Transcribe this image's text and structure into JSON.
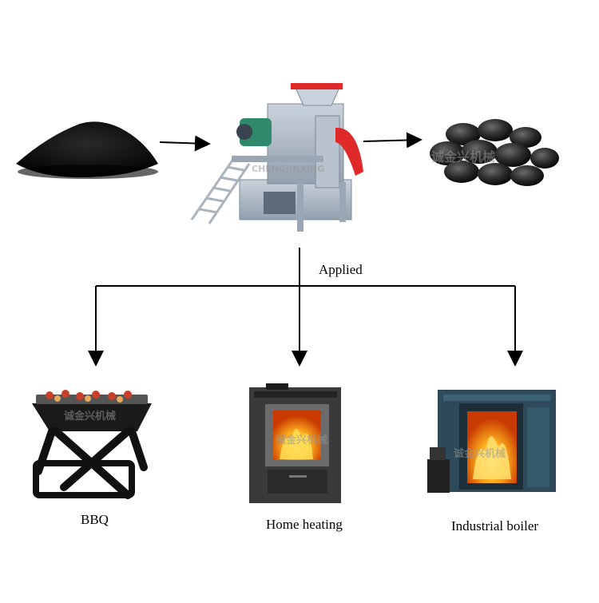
{
  "flow": {
    "input_label": "",
    "machine_label": "",
    "output_label": "",
    "applied_label": "Applied"
  },
  "applications": [
    {
      "label": "BBQ"
    },
    {
      "label": "Home heating"
    },
    {
      "label": "Industrial boiler"
    }
  ],
  "watermark": "诚金兴机械",
  "colors": {
    "machine_body": "#a9b5c2",
    "machine_hopper": "#e02a2a",
    "motor": "#2e8a6a",
    "flame": "#ff8a00",
    "arrow": "#000000"
  }
}
